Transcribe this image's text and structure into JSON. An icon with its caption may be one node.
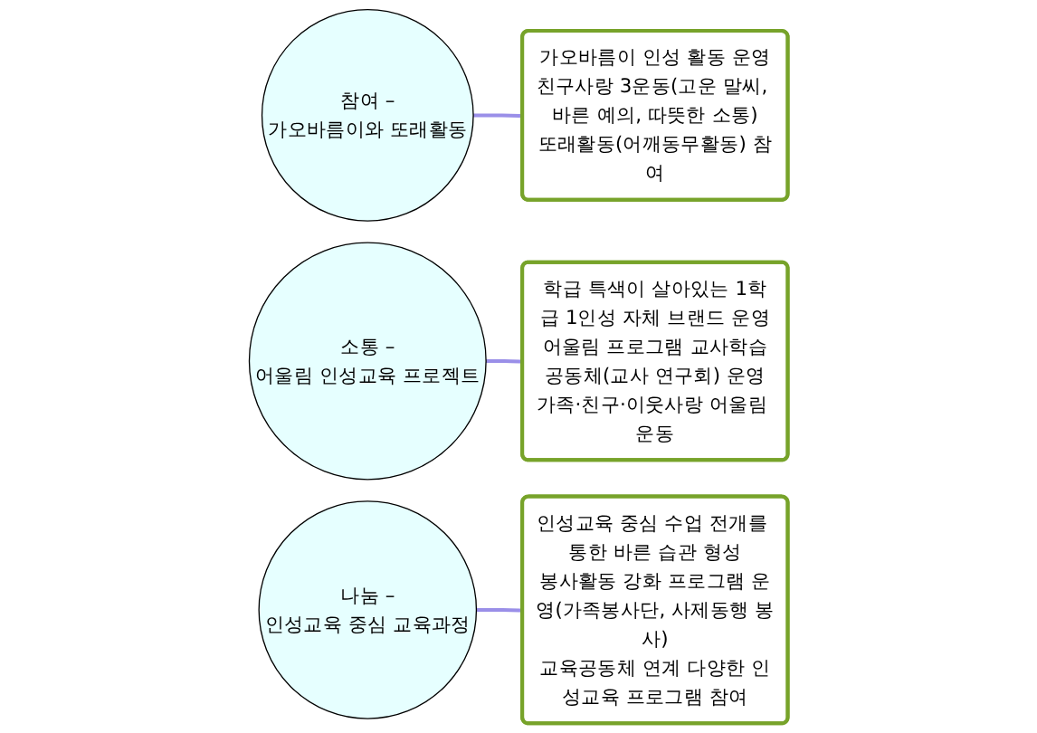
{
  "diagram": {
    "nodes": [
      {
        "text": [
          "참여 –",
          "가오바름이와 또래활동"
        ]
      },
      {
        "text": [
          "가오바름이 인성 활동 운영",
          "친구사랑 3운동(고운 말씨, 바른 예의, 따뜻한 소통)",
          "또래활동(어깨동무활동) 참여"
        ]
      },
      {
        "text": [
          "소통 –",
          "어울림 인성교육 프로젝트"
        ]
      },
      {
        "text": [
          "학급 특색이 살아있는 1학급 1인성 자체 브랜드 운영",
          "어울림 프로그램 교사학습공동체(교사 연구회) 운영",
          "가족·친구·이웃사랑 어울림 운동"
        ]
      },
      {
        "text": [
          "나눔 –",
          "인성교육 중심 교육과정"
        ]
      },
      {
        "text": [
          "인성교육 중심 수업 전개를 통한 바른 습관 형성",
          "봉사활동 강화 프로그램 운영(가족봉사단, 사제동행 봉사)",
          "교육공동체 연계 다양한 인성교육 프로그램 참여"
        ]
      }
    ],
    "edges": [
      {
        "from": 0,
        "to": 1,
        "arrow": "none"
      },
      {
        "from": 2,
        "to": 3,
        "arrow": "none"
      },
      {
        "from": 4,
        "to": 5,
        "arrow": "none"
      }
    ]
  }
}
